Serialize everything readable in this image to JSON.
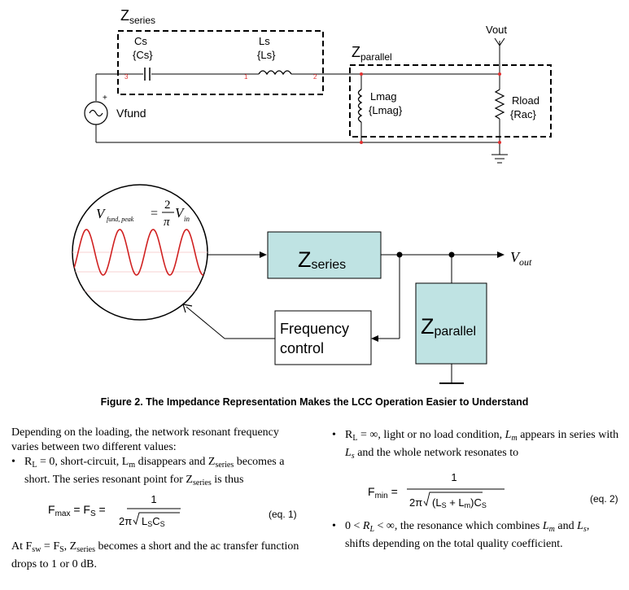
{
  "schematic": {
    "z_series": "Z",
    "z_series_sub": "series",
    "z_parallel": "Z",
    "z_parallel_sub": "parallel",
    "vout": "Vout",
    "cs_name": "Cs",
    "cs_value": "{Cs}",
    "ls_name": "Ls",
    "ls_value": "{Ls}",
    "lmag_name": "Lmag",
    "lmag_value": "{Lmag}",
    "rload_name": "Rload",
    "rload_value": "{Rac}",
    "source_name": "Vfund",
    "source_plus": "+",
    "node_3": "3",
    "node_1": "1",
    "node_2": "2"
  },
  "block_diagram": {
    "formula_v": "V",
    "formula_sub": "fund, peak",
    "formula_eq": "=",
    "formula_num": "2",
    "formula_den": "π",
    "formula_vin": "V",
    "formula_vin_sub": "in",
    "z_series": "Z",
    "z_series_sub": "series",
    "z_parallel": "Z",
    "z_parallel_sub": "parallel",
    "freq_control_line1": "Frequency",
    "freq_control_line2": "control",
    "vout": "V",
    "vout_sub": "out"
  },
  "caption": "Figure 2. The Impedance Representation Makes the LCC Operation Easier to Understand",
  "left_column": {
    "intro": "Depending on the loading, the network resonant frequency varies between two different values:",
    "bullet1_a": "R",
    "bullet1_a_sub": "L",
    "bullet1_b": " = 0, short-circuit, L",
    "bullet1_b_sub": "m",
    "bullet1_c": " disappears and Z",
    "bullet1_c_sub": "series",
    "bullet1_d": " becomes a short. The series resonant point for Z",
    "bullet1_d_sub": "series",
    "bullet1_e": " is thus",
    "eq1_lhs": "F",
    "eq1_lhs_sub": "max",
    "eq1_mid": " = F",
    "eq1_mid_sub": "S",
    "eq1_eq": " =",
    "eq1_num": "1",
    "eq1_den_a": "2π",
    "eq1_den_b": "L",
    "eq1_den_b_sub": "S",
    "eq1_den_c": "C",
    "eq1_den_c_sub": "S",
    "eq1_label": "(eq. 1)",
    "after_a": "At F",
    "after_a_sub": "sw",
    "after_b": " = F",
    "after_b_sub": "S",
    "after_c": ", Z",
    "after_c_sub": "series",
    "after_d": " becomes a short and the ac transfer function drops to 1 or 0 dB."
  },
  "right_column": {
    "bullet2_a": "R",
    "bullet2_a_sub": "L",
    "bullet2_b": " = ∞, light or no load condition, ",
    "bullet2_c": "L",
    "bullet2_c_sub": "m",
    "bullet2_d": " appears in series with ",
    "bullet2_e": "L",
    "bullet2_e_sub": "s",
    "bullet2_f": " and the whole network resonates to",
    "eq2_lhs": "F",
    "eq2_lhs_sub": "min",
    "eq2_eq": " =",
    "eq2_num": "1",
    "eq2_den_a": "2π",
    "eq2_den_b": "(L",
    "eq2_den_b_sub": "S",
    "eq2_den_c": " + L",
    "eq2_den_c_sub": "m",
    "eq2_den_d": ")C",
    "eq2_den_d_sub": "S",
    "eq2_label": "(eq. 2)",
    "bullet3_a": "0 < ",
    "bullet3_b": "R",
    "bullet3_b_sub": "L",
    "bullet3_c": " < ∞, the resonance which combines ",
    "bullet3_d": "L",
    "bullet3_d_sub": "m",
    "bullet3_e": " and ",
    "bullet3_f": "L",
    "bullet3_f_sub": "s",
    "bullet3_g": ",",
    "bullet3_h": "shifts depending on the total quality coefficient."
  },
  "colors": {
    "block_fill": "#bfe3e3",
    "sine_color": "#d02020",
    "node_red": "#e03030"
  }
}
